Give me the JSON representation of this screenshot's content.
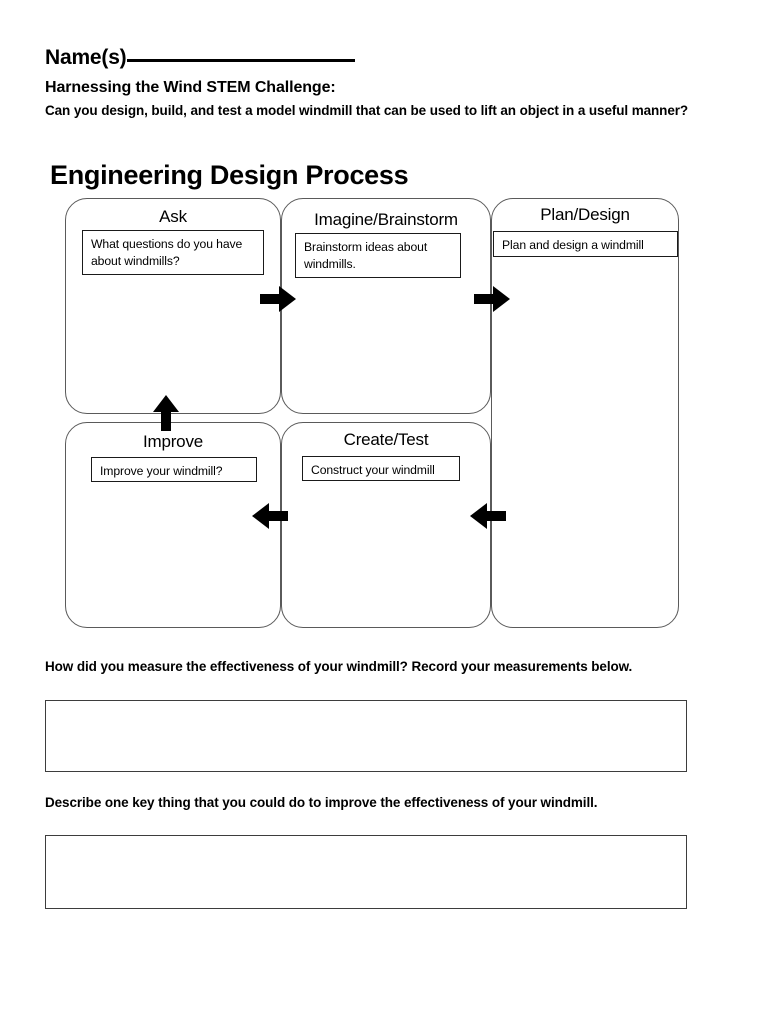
{
  "header": {
    "name_label": "Name(s)",
    "name_value": "",
    "challenge_title": "Harnessing the Wind STEM Challenge:",
    "challenge_question": "Can you design, build, and test a model windmill that can be used to lift an object in a useful manner?"
  },
  "diagram": {
    "title": "Engineering Design Process",
    "stages": [
      {
        "id": "ask",
        "label": "Ask",
        "text": "What questions do you have about windmills?"
      },
      {
        "id": "imagine",
        "label": "Imagine/Brainstorm",
        "text": "Brainstorm ideas about windmills."
      },
      {
        "id": "plan",
        "label": "Plan/Design",
        "text": "Plan and design a windmill"
      },
      {
        "id": "improve",
        "label": "Improve",
        "text": "Improve your windmill?"
      },
      {
        "id": "create",
        "label": "Create/Test",
        "text": "Construct your windmill"
      }
    ],
    "arrows": [
      {
        "id": "ask-to-imagine",
        "direction": "right"
      },
      {
        "id": "imagine-to-plan",
        "direction": "right"
      },
      {
        "id": "plan-to-create",
        "direction": "left"
      },
      {
        "id": "create-to-improve",
        "direction": "left"
      },
      {
        "id": "improve-to-ask",
        "direction": "up"
      }
    ]
  },
  "questions": [
    {
      "id": "q1",
      "prompt": "How did you measure the effectiveness of your windmill? Record your measurements below.",
      "answer": ""
    },
    {
      "id": "q2",
      "prompt": "Describe one key thing that you could do to improve the effectiveness of your windmill.",
      "answer": ""
    }
  ],
  "colors": {
    "text": "#000000",
    "box_border": "#5a5a5a",
    "inner_border": "#1a1a1a",
    "page_background": "#ffffff"
  }
}
